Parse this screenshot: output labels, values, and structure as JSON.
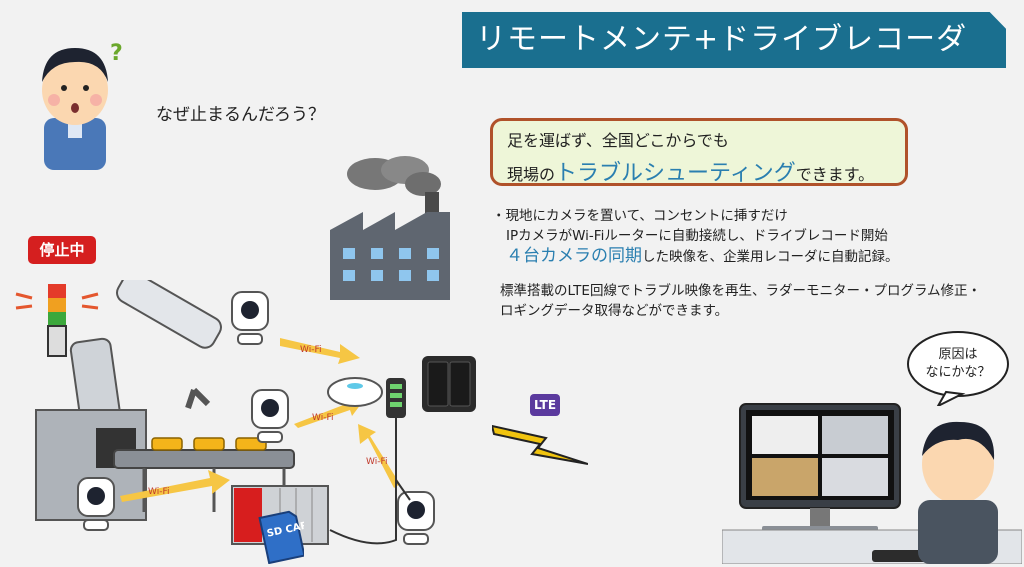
{
  "title": "リモートメンテ+ドライブレコーダ",
  "question": "なぜ止まるんだろう？",
  "callout": {
    "line1": "足を運ばず、全国どこからでも",
    "line2_prefix": "現場の",
    "line2_highlight": "トラブルシューティング",
    "line2_suffix": "できます。"
  },
  "description": {
    "line1": "・現地にカメラを置いて、コンセントに挿すだけ",
    "line2": "IPカメラがWi-Fiルーターに自動接続し、ドライブレコード開始",
    "line3_highlight": "４台カメラの同期",
    "line3_suffix": "した映像を、企業用レコーダに自動記録。",
    "line4": "標準搭載のLTE回線でトラブル映像を再生、ラダーモニター・プログラム修正・",
    "line5": "ロギングデータ取得などができます。"
  },
  "stop_badge": "停止中",
  "wifi_label": "Wi-Fi",
  "lte_label": "LTE",
  "sd_card": "SD CARD",
  "bubble": {
    "line1": "原因は",
    "line2": "なにかな？"
  },
  "colors": {
    "title_bg": "#1a6f8f",
    "callout_border": "#b0522a",
    "callout_bg": "#eef6d8",
    "highlight": "#2a7fb0",
    "stop_red": "#d51f1f"
  }
}
